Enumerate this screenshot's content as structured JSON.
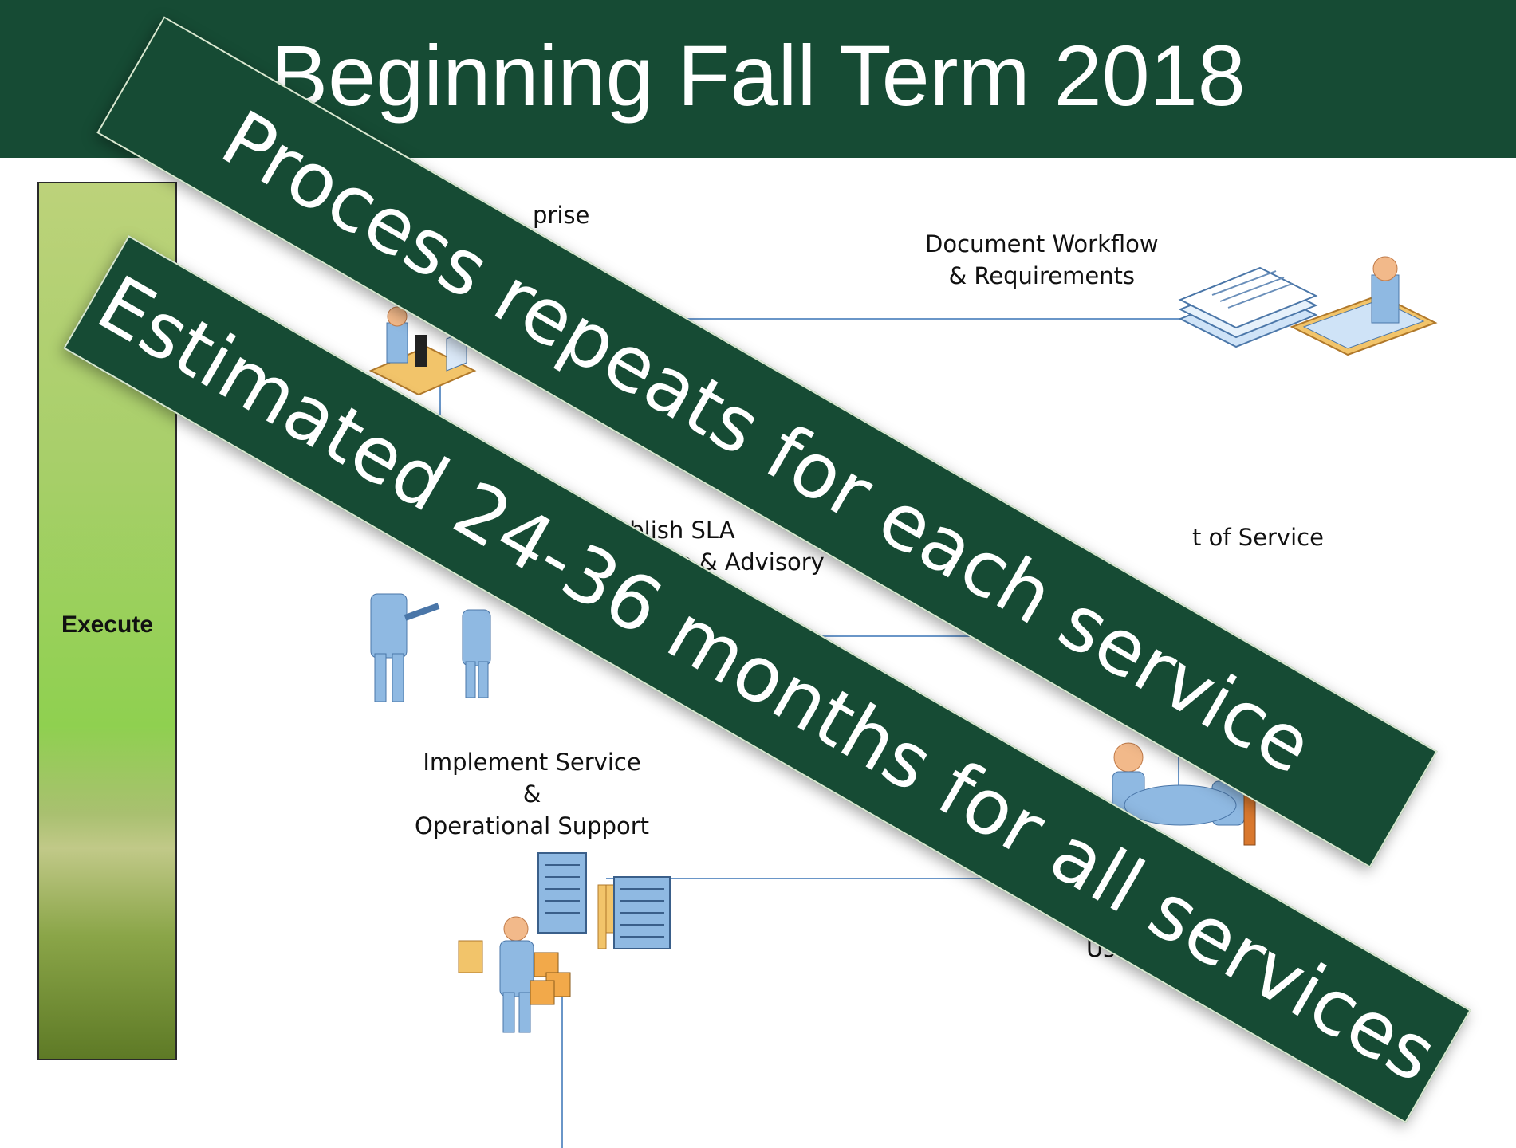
{
  "slide": {
    "title": "Beginning Fall Term 2018",
    "phase_label": "Execute"
  },
  "steps": {
    "top_left_partial": "prise",
    "document_workflow_line1": "Document Workflow",
    "document_workflow_line2": "& Requirements",
    "establish_sla_line1": "stablish SLA",
    "establish_sla_line2": "e & Advisory",
    "service_partial": "t of Service",
    "implement_line1": "Implement Service",
    "implement_line2": "&",
    "implement_line3": "Operational Support",
    "user_partial": "Use"
  },
  "banners": {
    "banner1": "Process repeats for each service",
    "banner2": "Estimated 24-36 months for all services"
  },
  "colors": {
    "header": "#164b34",
    "connector": "#6a96c8",
    "figure_blue": "#8fb9e2",
    "figure_head": "#f2b98a"
  },
  "icons": [
    "researcher-icon",
    "documents-icon",
    "designer-icon",
    "handshake-icon",
    "meeting-icon",
    "servers-icon",
    "support-person-icon"
  ]
}
